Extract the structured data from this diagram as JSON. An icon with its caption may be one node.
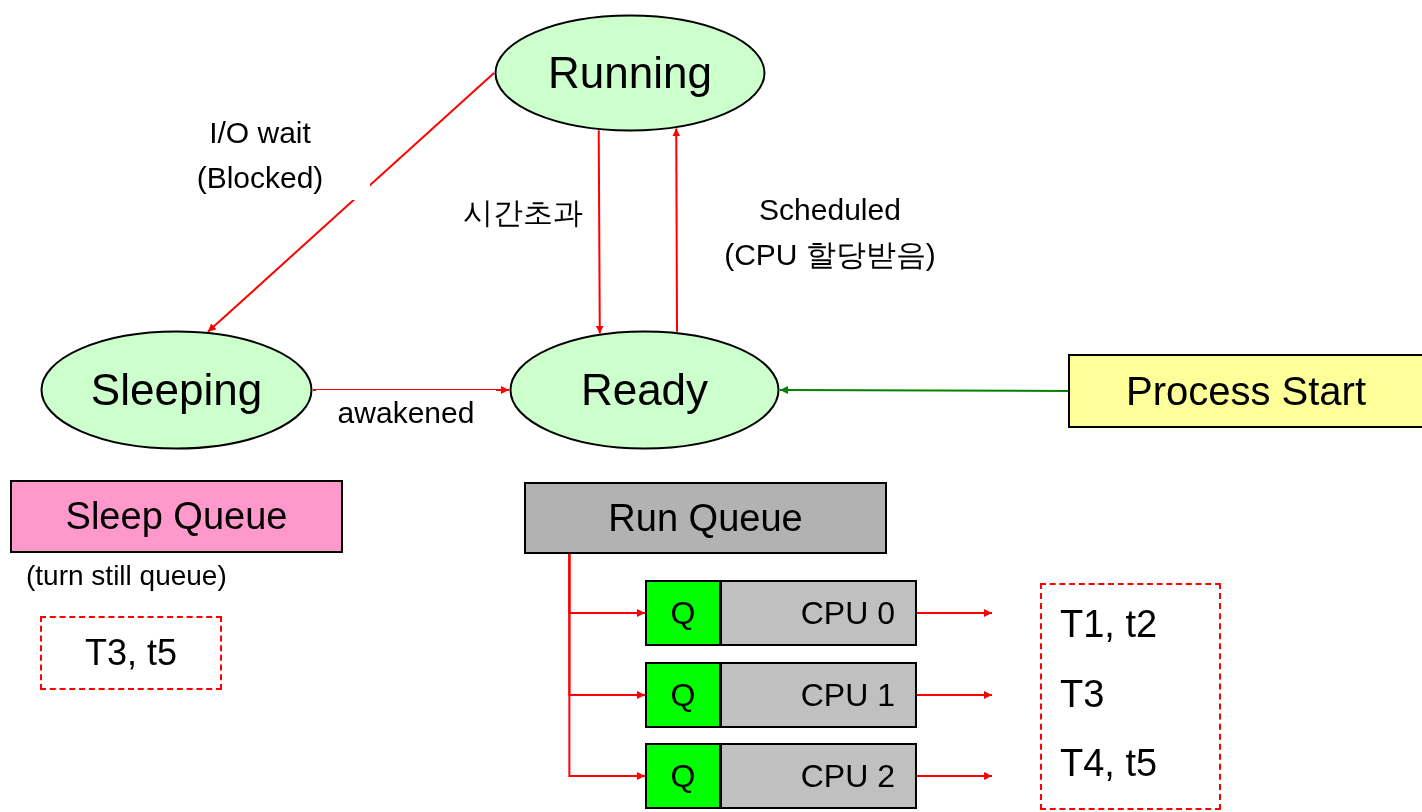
{
  "diagram": {
    "nodes": [
      {
        "text": [
          "Running"
        ]
      },
      {
        "text": [
          "Sleeping"
        ]
      },
      {
        "text": [
          "Ready"
        ]
      },
      {
        "text": [
          "Process Start"
        ]
      },
      {
        "text": [
          "Sleep Queue"
        ],
        "beside": [
          "(turn still queue)"
        ]
      },
      {
        "text": [
          "T3, t5"
        ]
      },
      {
        "text": [
          "Run Queue"
        ]
      },
      {
        "text": [
          "Q"
        ]
      },
      {
        "text": [
          "CPU 0"
        ]
      },
      {
        "text": [
          "Q"
        ]
      },
      {
        "text": [
          "CPU 1"
        ]
      },
      {
        "text": [
          "Q"
        ]
      },
      {
        "text": [
          "CPU 2"
        ]
      },
      {
        "text": [
          "T1, t2",
          "T3",
          "T4, t5"
        ]
      }
    ],
    "edges": [
      {
        "from": 0,
        "to": 1,
        "arrow": "to",
        "label": "I/O wait (Blocked)"
      },
      {
        "from": 0,
        "to": 2,
        "arrow": "to",
        "label": "시간초과"
      },
      {
        "from": 2,
        "to": 0,
        "arrow": "to",
        "label": "Scheduled (CPU 할당받음)"
      },
      {
        "from": 1,
        "to": 2,
        "arrow": "to",
        "label": "awakened"
      },
      {
        "from": 3,
        "to": 2,
        "arrow": "to",
        "color": "#008000"
      },
      {
        "from": 6,
        "to": 7,
        "arrow": "to"
      },
      {
        "from": 6,
        "to": 9,
        "arrow": "to"
      },
      {
        "from": 6,
        "to": 11,
        "arrow": "to"
      },
      {
        "from": 8,
        "to": null,
        "arrow": "to"
      },
      {
        "from": 10,
        "to": null,
        "arrow": "to"
      },
      {
        "from": 12,
        "to": null,
        "arrow": "to"
      }
    ]
  }
}
